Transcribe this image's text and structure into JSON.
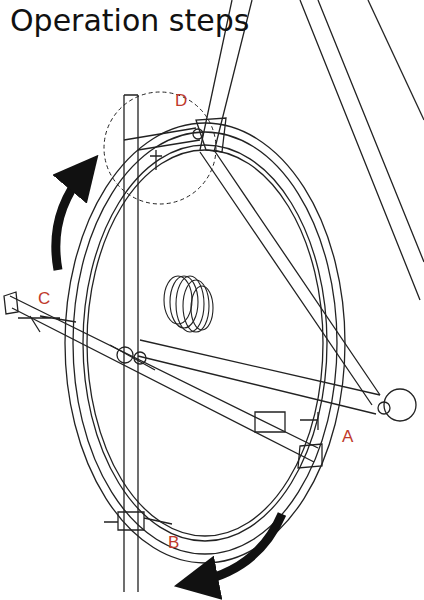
{
  "diagram": {
    "title": "Operation steps",
    "labels": [
      "D",
      "C",
      "A",
      "B"
    ]
  }
}
